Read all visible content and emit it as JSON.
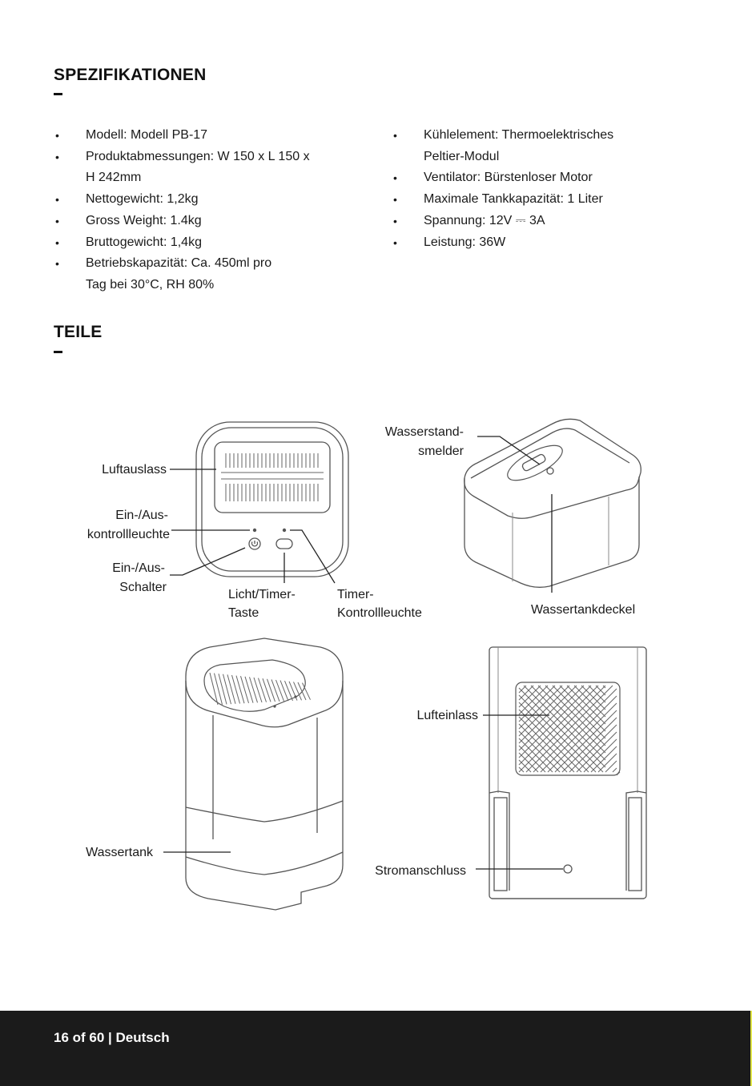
{
  "sections": {
    "specs_title": "SPEZIFIKATIONEN",
    "parts_title": "TEILE"
  },
  "specs": {
    "left": [
      [
        "Modell: Modell PB-17"
      ],
      [
        "Produktabmessungen: W 150 x L 150 x",
        "H 242mm"
      ],
      [
        "Nettogewicht: 1,2kg"
      ],
      [
        "Gross Weight: 1.4kg"
      ],
      [
        "Bruttogewicht: 1,4kg"
      ],
      [
        "Betriebskapazität: Ca. 450ml pro",
        "Tag bei 30°C, RH 80%"
      ]
    ],
    "right": [
      [
        "Kühlelement: Thermoelektrisches",
        "Peltier-Modul"
      ],
      [
        "Ventilator: Bürstenloser Motor"
      ],
      [
        "Maximale Tankkapazität: 1 Liter"
      ],
      [
        "Spannung: 12V ⎓ 3A"
      ],
      [
        "Leistung: 36W"
      ]
    ]
  },
  "labels": {
    "luftauslass": "Luftauslass",
    "kontroll_1": "Ein-/Aus-",
    "kontroll_2": "kontrollleuchte",
    "schalter_1": "Ein-/Aus-",
    "schalter_2": "Schalter",
    "taste_1": "Licht/Timer-",
    "taste_2": "Taste",
    "timer_1": "Timer-",
    "timer_2": "Kontrollleuchte",
    "wasserstand_1": "Wasserstand-",
    "wasserstand_2": "smelder",
    "tankdeckel": "Wassertankdeckel",
    "wassertank": "Wassertank",
    "lufteinlass": "Lufteinlass",
    "stromanschluss": "Stromanschluss"
  },
  "footer": {
    "page": "16 of 60 | Deutsch"
  }
}
